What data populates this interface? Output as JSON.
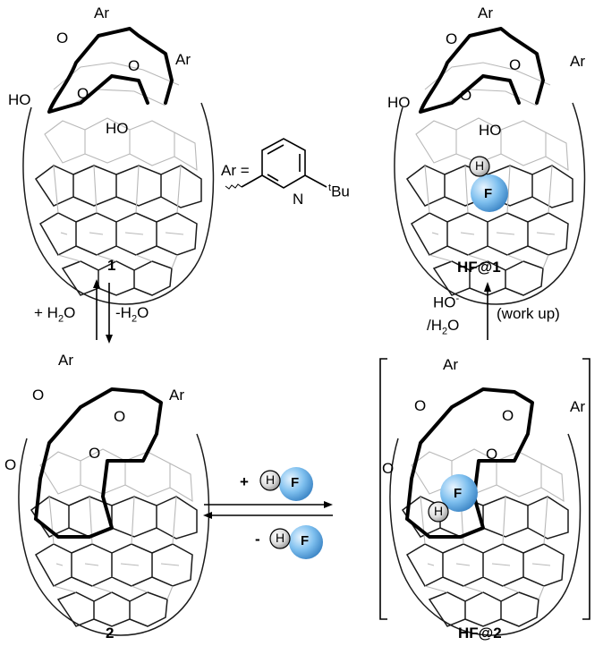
{
  "compounds": {
    "c1": {
      "label": "1",
      "aryl_top": "Ar",
      "aryl_right": "Ar",
      "ketone_o1": "O",
      "ketone_o2": "O",
      "ester_o": "O",
      "hydroxyl_left": "HO",
      "hydroxyl_inner": "HO"
    },
    "c2": {
      "label": "2",
      "aryl_top": "Ar",
      "aryl_right": "Ar",
      "ketone_o1": "O",
      "ketone_o2": "O",
      "ketone_o3": "O",
      "ketone_o4": "O"
    },
    "hf1": {
      "label": "HF@1",
      "aryl_top": "Ar",
      "aryl_right": "Ar",
      "ketone_o1": "O",
      "ketone_o2": "O",
      "ester_o": "O",
      "hydroxyl_left": "HO",
      "hydroxyl_inner": "HO",
      "guest_h": "H",
      "guest_f": "F"
    },
    "hf2": {
      "label": "HF@2",
      "aryl_top": "Ar",
      "aryl_right": "Ar",
      "ketone_o1": "O",
      "ketone_o2": "O",
      "ketone_o3": "O",
      "ketone_o4": "O",
      "guest_h": "H",
      "guest_f": "F"
    }
  },
  "ar_definition": {
    "prefix": "Ar =",
    "ring_n": "N",
    "substituent_sup": "t",
    "substituent": "Bu"
  },
  "arrows": {
    "hydration": {
      "forward": "+ H",
      "forward_sub": "2",
      "forward_tail": "O",
      "reverse": "-H",
      "reverse_sub": "2",
      "reverse_tail": "O"
    },
    "encapsulation": {
      "forward_sign": "+",
      "reverse_sign": "-",
      "h": "H",
      "f": "F"
    },
    "workup": {
      "reagent_line1": "HO",
      "reagent_sup": "-",
      "reagent_line2": "/H",
      "reagent_sub": "2",
      "reagent_tail": "O",
      "note": "(work up)"
    }
  },
  "colors": {
    "fluorine_sphere": "#6fb6ea",
    "hydrogen_sphere": "#d9d9d9",
    "cage_lines": "#b8b8b8",
    "rim": "#000000"
  }
}
